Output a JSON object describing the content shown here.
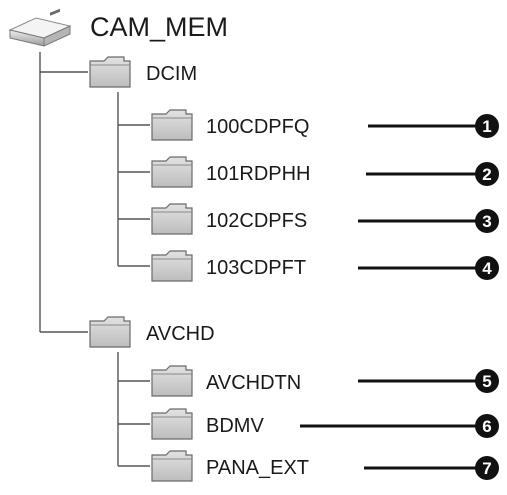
{
  "root": {
    "label": "CAM_MEM",
    "icon": "memory-card-drive-icon"
  },
  "folders": [
    {
      "label": "DCIM",
      "icon": "folder-icon",
      "children": [
        {
          "label": "100CDPFQ",
          "icon": "folder-icon",
          "marker": "1"
        },
        {
          "label": "101RDPHH",
          "icon": "folder-icon",
          "marker": "2"
        },
        {
          "label": "102CDPFS",
          "icon": "folder-icon",
          "marker": "3"
        },
        {
          "label": "103CDPFT",
          "icon": "folder-icon",
          "marker": "4"
        }
      ]
    },
    {
      "label": "AVCHD",
      "icon": "folder-icon",
      "children": [
        {
          "label": "AVCHDTN",
          "icon": "folder-icon",
          "marker": "5"
        },
        {
          "label": "BDMV",
          "icon": "folder-icon",
          "marker": "6"
        },
        {
          "label": "PANA_EXT",
          "icon": "folder-icon",
          "marker": "7"
        }
      ]
    }
  ],
  "colors": {
    "folder_fill": "#cfcfcf",
    "folder_stroke": "#6a6a6a",
    "line": "#555555",
    "marker": "#111111"
  }
}
